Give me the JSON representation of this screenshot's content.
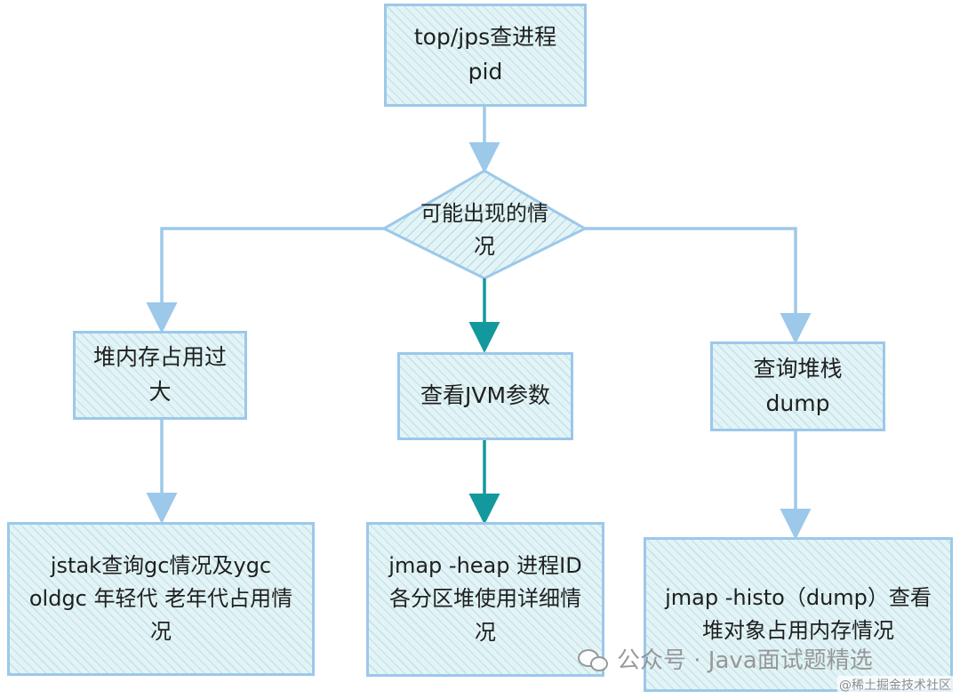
{
  "nodes": {
    "start": "top/jps查进程pid",
    "decision": "可能出现的情况",
    "left_case": "堆内存占用过大",
    "middle_case": "查看JVM参数",
    "right_case": "查询堆栈dump",
    "left_result": "jstak查询gc情况及ygc oldgc 年轻代 老年代占用情况",
    "middle_result": "jmap -heap 进程ID 各分区堆使用详细情况",
    "right_result": "jmap -histo（dump）查看堆对象占用内存情况"
  },
  "watermark": {
    "main": "公众号 · Java面试题精选",
    "corner": "@稀土掘金技术社区"
  },
  "colors": {
    "connector": "#9cc8ea",
    "highlight_connector": "#13999d",
    "node_border": "#9cc8ea",
    "node_fill": "#e4f4f6"
  }
}
